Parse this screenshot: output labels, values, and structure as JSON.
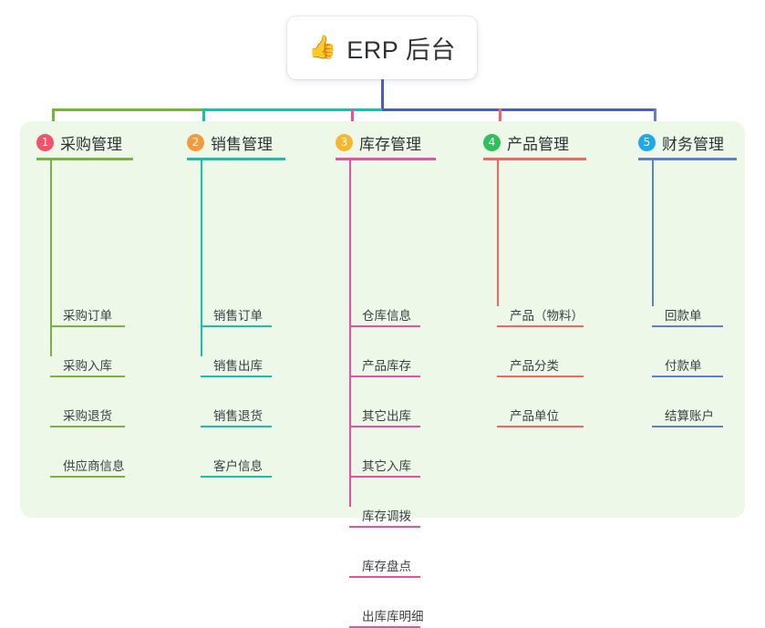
{
  "root": {
    "icon": "thumbs-up-emoji",
    "emoji": "👍",
    "title": "ERP 后台"
  },
  "colors": {
    "page_background": "#ffffff",
    "panel_background": "#eef8e9",
    "root_card_background": "#ffffff",
    "root_stem": "#4a5bc4",
    "bus_green": "#76b53c",
    "bus_teal": "#14c2ab",
    "bus_blue": "#4a5bc4",
    "text": "#2f3235"
  },
  "columns": [
    {
      "number": "1",
      "title": "采购管理",
      "badge_color": "#f2526a",
      "line_color": "#76b53c",
      "items": [
        "采购订单",
        "采购入库",
        "采购退货",
        "供应商信息"
      ]
    },
    {
      "number": "2",
      "title": "销售管理",
      "badge_color": "#f59a3c",
      "line_color": "#14c2ab",
      "items": [
        "销售订单",
        "销售出库",
        "销售退货",
        "客户信息"
      ]
    },
    {
      "number": "3",
      "title": "库存管理",
      "badge_color": "#f5b731",
      "line_color": "#ea4fa2",
      "items": [
        "仓库信息",
        "产品库存",
        "其它出库",
        "其它入库",
        "库存调拨",
        "库存盘点",
        "出库库明细"
      ]
    },
    {
      "number": "4",
      "title": "产品管理",
      "badge_color": "#2fc05e",
      "line_color": "#f7635e",
      "items": [
        "产品（物料）",
        "产品分类",
        "产品单位"
      ]
    },
    {
      "number": "5",
      "title": "财务管理",
      "badge_color": "#20a8e8",
      "line_color": "#5b7fd4",
      "items": [
        "回款单",
        "付款单",
        "结算账户"
      ]
    }
  ]
}
